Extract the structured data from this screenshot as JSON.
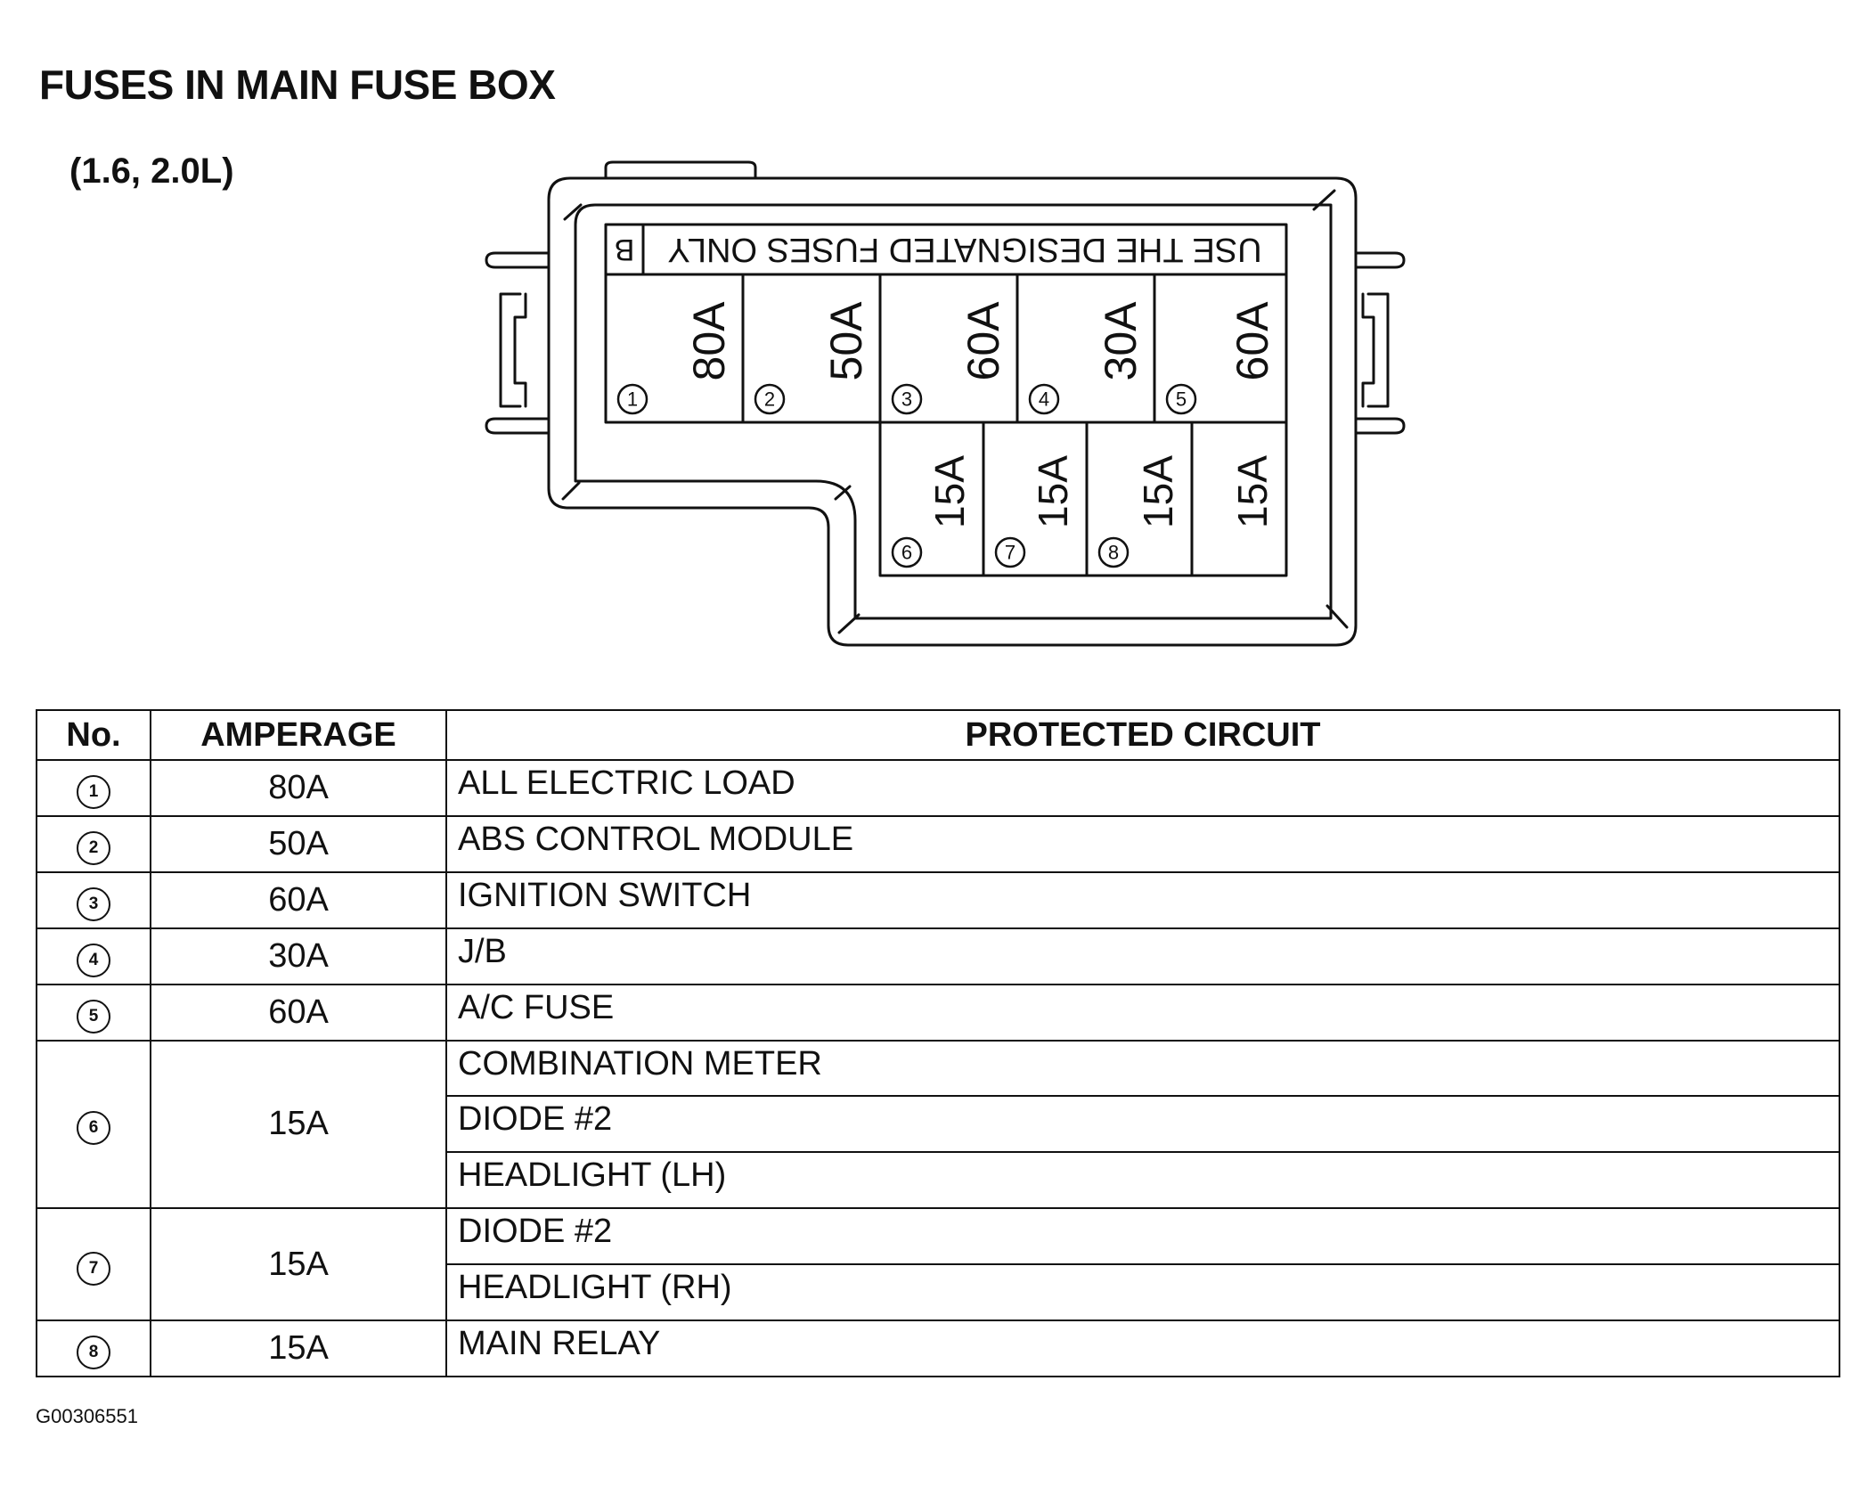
{
  "title": "FUSES IN MAIN FUSE BOX",
  "subtitle": "(1.6, 2.0L)",
  "diagram": {
    "header_left": "B",
    "header_text": "USE THE DESIGNATED FUSES ONLY",
    "fuses": [
      {
        "no": "1",
        "amp": "80A"
      },
      {
        "no": "2",
        "amp": "50A"
      },
      {
        "no": "3",
        "amp": "60A"
      },
      {
        "no": "4",
        "amp": "30A"
      },
      {
        "no": "5",
        "amp": "60A"
      },
      {
        "no": "6",
        "amp": "15A"
      },
      {
        "no": "7",
        "amp": "15A"
      },
      {
        "no": "8",
        "amp": "15A"
      },
      {
        "no": "",
        "amp": "15A"
      }
    ]
  },
  "table": {
    "headers": {
      "no": "No.",
      "amperage": "AMPERAGE",
      "circuit": "PROTECTED CIRCUIT"
    },
    "rows": [
      {
        "no": "1",
        "amp": "80A",
        "circuits": [
          "ALL ELECTRIC LOAD"
        ]
      },
      {
        "no": "2",
        "amp": "50A",
        "circuits": [
          "ABS CONTROL MODULE"
        ]
      },
      {
        "no": "3",
        "amp": "60A",
        "circuits": [
          "IGNITION SWITCH"
        ]
      },
      {
        "no": "4",
        "amp": "30A",
        "circuits": [
          "J/B"
        ]
      },
      {
        "no": "5",
        "amp": "60A",
        "circuits": [
          "A/C FUSE"
        ]
      },
      {
        "no": "6",
        "amp": "15A",
        "circuits": [
          "COMBINATION METER",
          "DIODE #2",
          "HEADLIGHT (LH)"
        ]
      },
      {
        "no": "7",
        "amp": "15A",
        "circuits": [
          "DIODE #2",
          "HEADLIGHT (RH)"
        ]
      },
      {
        "no": "8",
        "amp": "15A",
        "circuits": [
          "MAIN RELAY"
        ]
      }
    ]
  },
  "figure_code": "G00306551"
}
